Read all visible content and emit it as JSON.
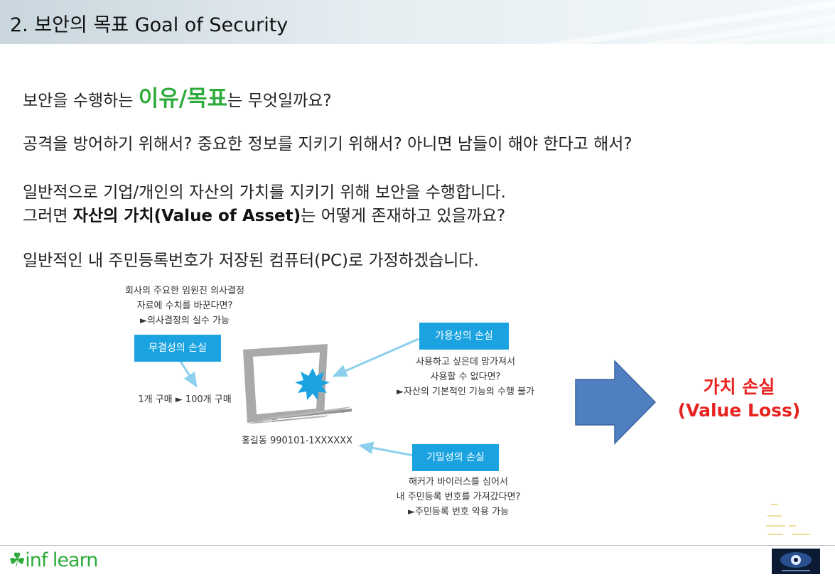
{
  "header": {
    "title": "2. 보안의 목표 Goal of Security"
  },
  "body": {
    "q1_before": "보안을 수행하는 ",
    "q1_highlight": "이유/목표",
    "q1_after": "는 무엇일까요?",
    "q2": "공격을 방어하기 위해서? 중요한 정보를 지키기 위해서? 아니면 남들이 해야 한다고 해서?",
    "p3": "일반적으로 기업/개인의 자산의 가치를 지키기 위해 보안을 수행합니다.",
    "p4_before": "그러면 ",
    "p4_bold": "자산의 가치(Value of Asset)",
    "p4_after": "는 어떻게 존재하고 있을까요?",
    "p5": "일반적인 내 주민등록번호가 저장된 컴퓨터(PC)로 가정하겠습니다."
  },
  "diagram": {
    "integrity_desc": [
      "회사의 주요한 임원진 의사결정",
      "자료에 수치를 바꾼다면?",
      "►의사결정의 실수 가능"
    ],
    "integrity_badge": "무결성의 손실",
    "integrity_example": "1개 구매 ► 100개 구매",
    "availability_badge": "가용성의 손실",
    "availability_desc": [
      "사용하고 싶은데 망가져서",
      "사용할 수 없다면?",
      "►자산의 기본적인 기능의 수행 불가"
    ],
    "pc_label": "홍길동 990101-1XXXXXX",
    "confidentiality_badge": "기밀성의 손실",
    "confidentiality_desc": [
      "해커가 바이러스를 심어서",
      "내 주민등록 번호를 가져갔다면?",
      "►주민등록 번호 악용 가능"
    ]
  },
  "result": {
    "line1": "가치 손실",
    "line2": "(Value Loss)"
  },
  "footer": {
    "logo": "inf learn"
  },
  "colors": {
    "green": "#2eab3b",
    "badge": "#1aa3e0",
    "red": "#e8231f",
    "arrow_fill": "#4f7fc0"
  }
}
